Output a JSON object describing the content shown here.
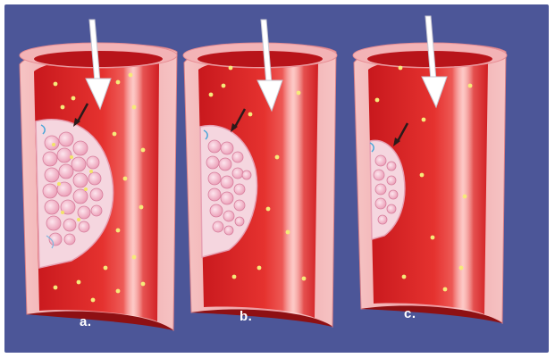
{
  "figure": {
    "background_color": "#4c5698",
    "vessel_wall_color": "#f3b0b4",
    "blood_color": "#e02a2c",
    "plaque_color": "#f7dfe6",
    "panels": [
      {
        "label": "a."
      },
      {
        "label": "b."
      },
      {
        "label": "c."
      }
    ]
  }
}
